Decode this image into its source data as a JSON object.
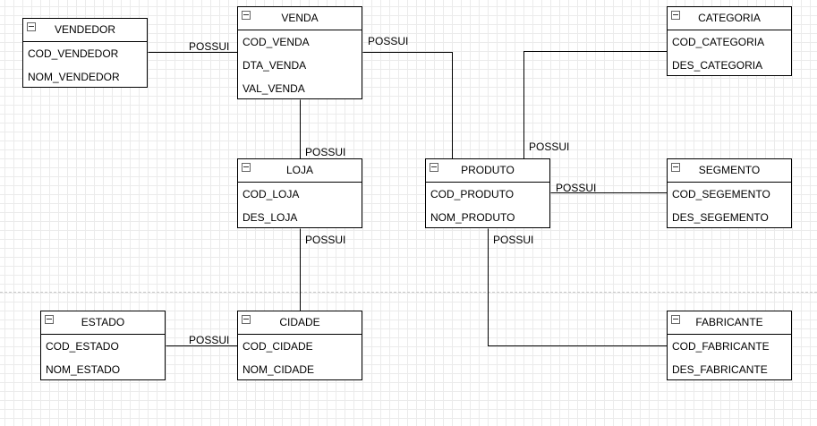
{
  "entities": {
    "vendedor": {
      "title": "VENDEDOR",
      "fields": [
        "COD_VENDEDOR",
        "NOM_VENDEDOR"
      ]
    },
    "venda": {
      "title": "VENDA",
      "fields": [
        "COD_VENDA",
        "DTA_VENDA",
        "VAL_VENDA"
      ]
    },
    "categoria": {
      "title": "CATEGORIA",
      "fields": [
        "COD_CATEGORIA",
        "DES_CATEGORIA"
      ]
    },
    "loja": {
      "title": "LOJA",
      "fields": [
        "COD_LOJA",
        "DES_LOJA"
      ]
    },
    "produto": {
      "title": "PRODUTO",
      "fields": [
        "COD_PRODUTO",
        "NOM_PRODUTO"
      ]
    },
    "segmento": {
      "title": "SEGMENTO",
      "fields": [
        "COD_SEGEMENTO",
        "DES_SEGEMENTO"
      ]
    },
    "estado": {
      "title": "ESTADO",
      "fields": [
        "COD_ESTADO",
        "NOM_ESTADO"
      ]
    },
    "cidade": {
      "title": "CIDADE",
      "fields": [
        "COD_CIDADE",
        "NOM_CIDADE"
      ]
    },
    "fabricante": {
      "title": "FABRICANTE",
      "fields": [
        "COD_FABRICANTE",
        "DES_FABRICANTE"
      ]
    }
  },
  "relations": [
    {
      "from": "VENDEDOR",
      "to": "VENDA",
      "label": "POSSUI"
    },
    {
      "from": "VENDA",
      "to": "PRODUTO",
      "label": "POSSUI"
    },
    {
      "from": "VENDA",
      "to": "LOJA",
      "label": "POSSUI"
    },
    {
      "from": "PRODUTO",
      "to": "CATEGORIA",
      "label": "POSSUI"
    },
    {
      "from": "PRODUTO",
      "to": "SEGMENTO",
      "label": "POSSUI"
    },
    {
      "from": "PRODUTO",
      "to": "FABRICANTE",
      "label": "POSSUI"
    },
    {
      "from": "LOJA",
      "to": "CIDADE",
      "label": "POSSUI"
    },
    {
      "from": "ESTADO",
      "to": "CIDADE",
      "label": "POSSUI"
    }
  ]
}
